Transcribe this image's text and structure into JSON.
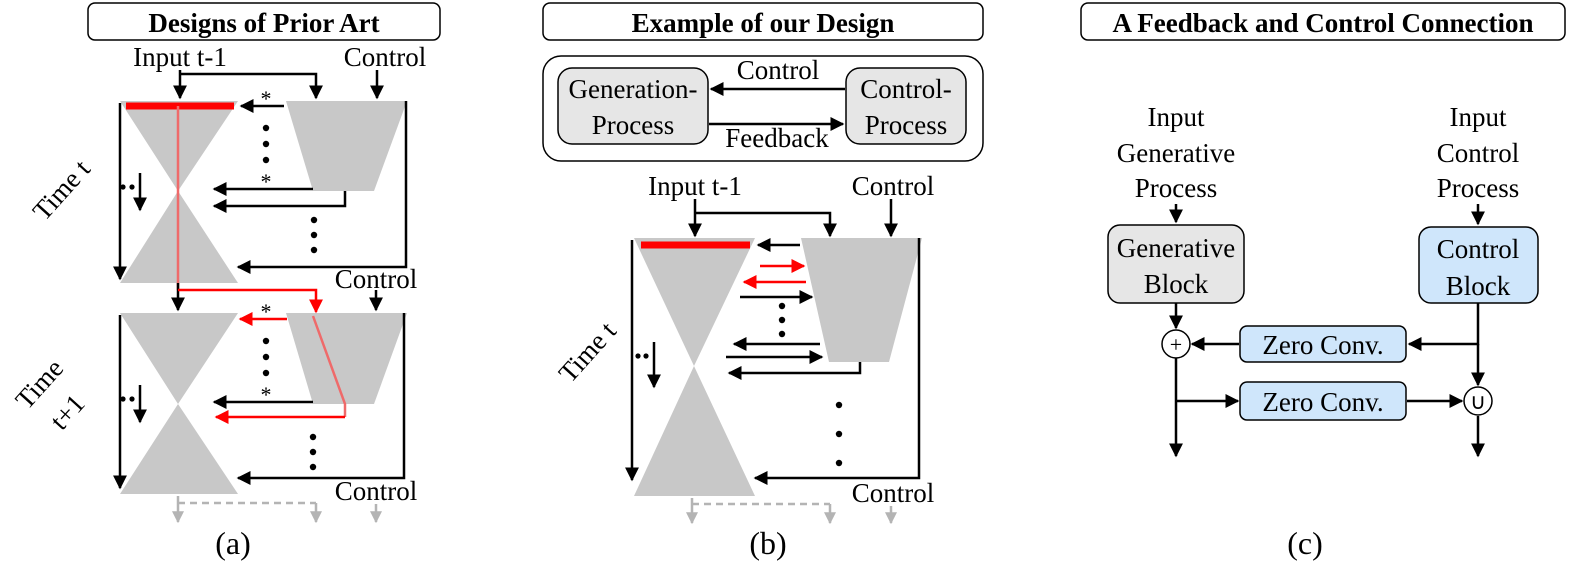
{
  "panels": {
    "a": {
      "title": "Designs of Prior Art",
      "input": "Input t-1",
      "control_top": "Control",
      "control_mid": "Control",
      "control_bottom": "Control",
      "time_t": "Time t",
      "time_t1_line1": "Time",
      "time_t1_line2": "t+1",
      "star": "*",
      "caption": "(a)"
    },
    "b": {
      "title": "Example of our Design",
      "gen_line1": "Generation-",
      "gen_line2": "Process",
      "ctrl_line1": "Control-",
      "ctrl_line2": "Process",
      "edge_control": "Control",
      "edge_feedback": "Feedback",
      "input": "Input t-1",
      "control_top": "Control",
      "control_bottom": "Control",
      "time_t": "Time t",
      "caption": "(b)"
    },
    "c": {
      "title": "A Feedback and Control Connection",
      "input_gen": [
        "Input",
        "Generative",
        "Process"
      ],
      "input_ctrl": [
        "Input",
        "Control",
        "Process"
      ],
      "gen_block": [
        "Generative",
        "Block"
      ],
      "ctrl_block": [
        "Control",
        "Block"
      ],
      "zero_conv_1": "Zero Conv.",
      "zero_conv_2": "Zero Conv.",
      "add_symbol": "+",
      "union_symbol": "∪",
      "caption": "(c)"
    }
  },
  "colors": {
    "block_gray": "#c8c8c8",
    "box_gray": "#e6e6e6",
    "accent_red": "#ff0000",
    "light_red": "#ef6a6a",
    "blue_fill": "#cfe6fb",
    "dash_gray": "#b4b4b4"
  }
}
